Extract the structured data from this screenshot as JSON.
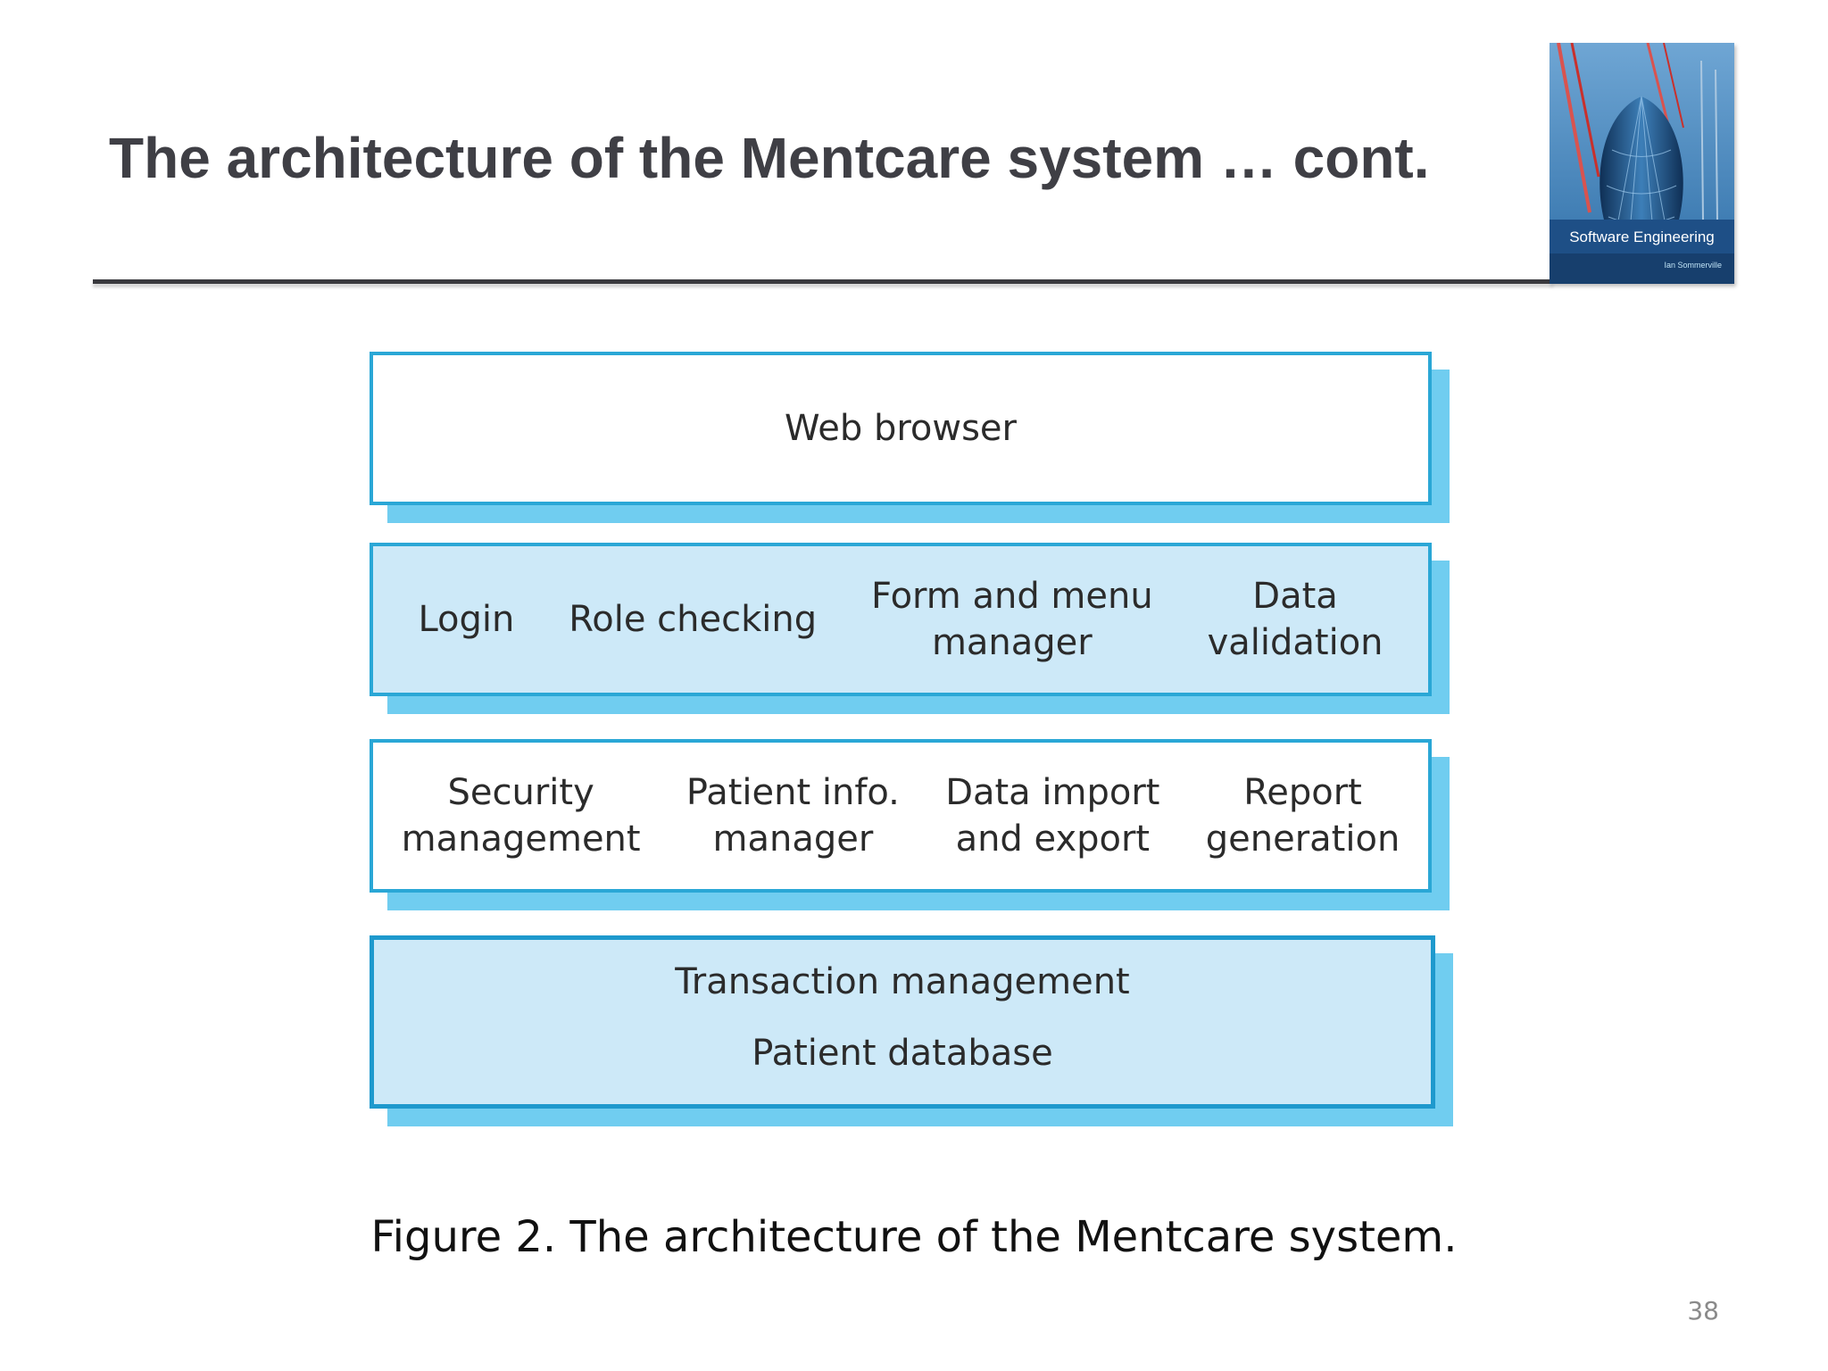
{
  "slide": {
    "title": "The architecture of the Mentcare system … cont.",
    "page_number": "38"
  },
  "cover": {
    "title": "Software Engineering",
    "author": "Ian Sommerville",
    "colors": {
      "sky": "#2f6fa8",
      "band": "#1e4f86",
      "crane": "#d9534f"
    }
  },
  "diagram": {
    "colors": {
      "border": "#2aa7d6",
      "shadow": "#70cdf0",
      "fill_light": "#cde9f8",
      "fill_white": "#ffffff"
    },
    "layers": [
      {
        "id": "web-browser",
        "style": "white",
        "components": [
          "Web browser"
        ]
      },
      {
        "id": "ui-services",
        "style": "blue",
        "components": [
          "Login",
          "Role checking",
          "Form and menu\nmanager",
          "Data\nvalidation"
        ]
      },
      {
        "id": "app-services",
        "style": "white",
        "components": [
          "Security\nmanagement",
          "Patient info.\nmanager",
          "Data import\nand export",
          "Report\ngeneration"
        ]
      },
      {
        "id": "database",
        "style": "blue",
        "components": [
          "Transaction management",
          "Patient database"
        ]
      }
    ]
  },
  "caption": "Figure 2. The architecture of the Mentcare system."
}
